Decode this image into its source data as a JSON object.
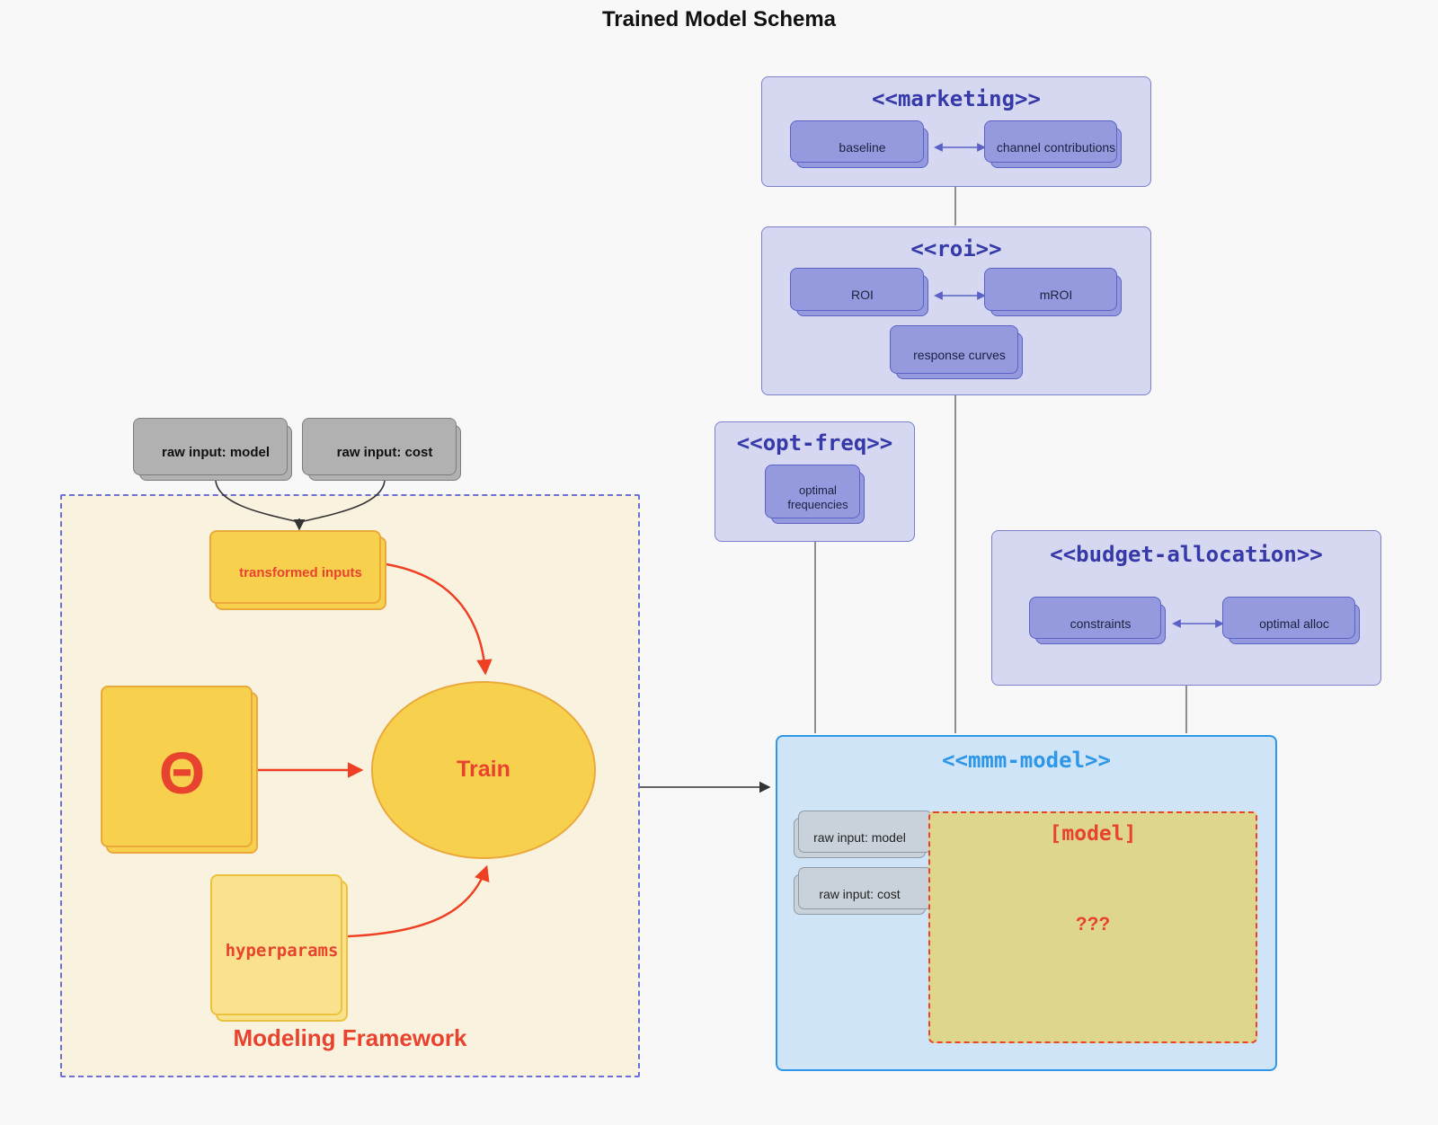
{
  "diagram_title": "Trained Model Schema",
  "colors": {
    "page_bg": "#f8f8f9",
    "cluster_fill": "#d5d8f0",
    "cluster_border": "#7a80cc",
    "cluster_title": "#3639a8",
    "node_purple_fill": "#949add",
    "node_purple_border": "#5c62c5",
    "blue": "#2f97e8",
    "blue_fill": "#cfe4f6",
    "beige_fill": "#f9f2df",
    "beige_border": "#6b6fd8",
    "yellow_fill": "#f7d14e",
    "yellow_border": "#eba93b",
    "yellow_light_fill": "#f9e18e",
    "yellow_light_border": "#ecc23c",
    "khaki_fill": "#ddd68b",
    "red": "#e8432e",
    "arrow_red": "#ef4023",
    "gray_node_fill": "#b1b1b1",
    "gray_node_border": "#7d7d7d",
    "mmm_node_fill": "#c9d2da",
    "mmm_node_border": "#8f9aa5",
    "link": "#555555"
  },
  "external_inputs": {
    "raw_model": "raw input: model",
    "raw_cost": "raw input: cost"
  },
  "clusters": {
    "marketing": {
      "title": "<<marketing>>",
      "nodes": {
        "baseline": "baseline",
        "channel": "channel contributions"
      }
    },
    "roi": {
      "title": "<<roi>>",
      "nodes": {
        "roi": "ROI",
        "mroi": "mROI",
        "response": "response curves"
      }
    },
    "opt_freq": {
      "title": "<<opt-freq>>",
      "nodes": {
        "optimal": "optimal frequencies"
      }
    },
    "budget": {
      "title": "<<budget-allocation>>",
      "nodes": {
        "constraints": "constraints",
        "optimal_alloc": "optimal alloc"
      }
    },
    "mmm": {
      "title": "<<mmm-model>>",
      "nodes": {
        "raw_model": "raw input: model",
        "raw_cost": "raw input: cost"
      },
      "model_box": {
        "title": "[model]",
        "placeholder": "???"
      }
    },
    "framework": {
      "title": "Modeling Framework",
      "nodes": {
        "transformed": "transformed inputs",
        "theta": "Θ",
        "train": "Train",
        "hyperparams": "hyperparams"
      }
    }
  }
}
